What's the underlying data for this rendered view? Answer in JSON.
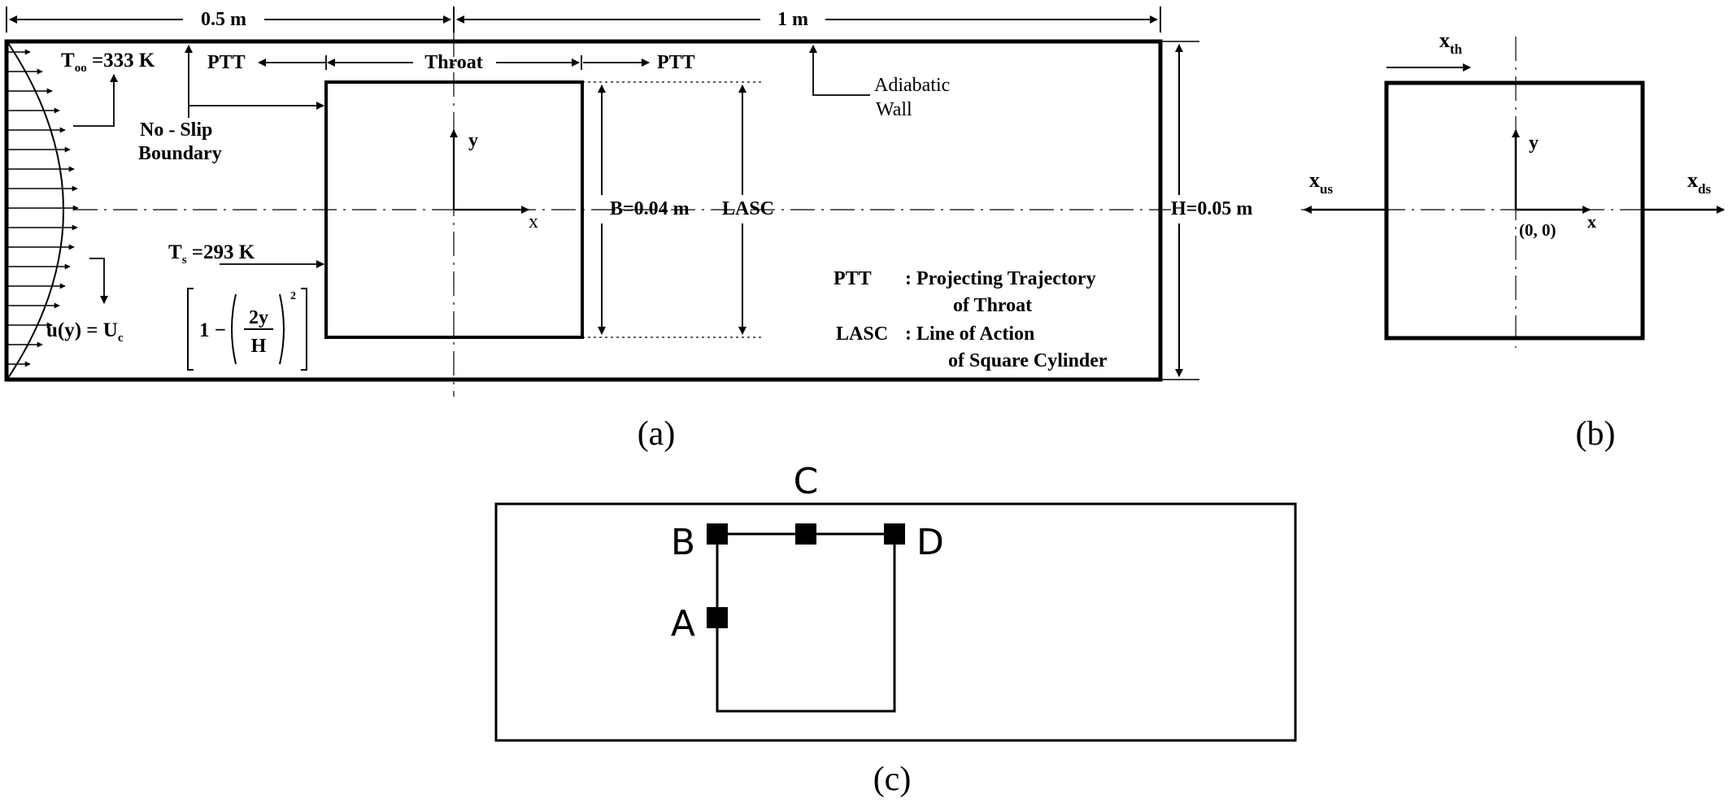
{
  "panel_a": {
    "dim_left": "0.5 m",
    "dim_right": "1 m",
    "t_inf_sym": "T",
    "t_inf_sub": "oo",
    "t_inf_val": " =333 K",
    "ptt_left": "PTT",
    "throat": "Throat",
    "ptt_right": "PTT",
    "adiabatic_1": "Adiabatic",
    "adiabatic_2": "Wall",
    "noslip_1": "No - Slip",
    "noslip_2": "Boundary",
    "axis_y": "y",
    "axis_x": "x",
    "b_label": "B=0.04 m",
    "lasc": "LASC",
    "h_label": "H=0.05 m",
    "ts_sym": "T",
    "ts_sub": "s",
    "ts_val": " =293 K",
    "formula_lhs": "u(y) = U",
    "formula_sub": "c",
    "formula_one": "1 −",
    "formula_num": "2y",
    "formula_den": "H",
    "formula_exp": "2",
    "legend_ptt_key": "PTT",
    "legend_ptt_1": ": Projecting Trajectory",
    "legend_ptt_2": "of Throat",
    "legend_lasc_key": "LASC",
    "legend_lasc_1": ": Line of Action",
    "legend_lasc_2": "of Square Cylinder",
    "caption": "(a)"
  },
  "panel_b": {
    "x_th": "x",
    "x_th_sub": "th",
    "x_us": "x",
    "x_us_sub": "us",
    "x_ds": "x",
    "x_ds_sub": "ds",
    "axis_y": "y",
    "axis_x": "x",
    "origin": "(0, 0)",
    "caption": "(b)"
  },
  "panel_c": {
    "point_a": "A",
    "point_b": "B",
    "point_c": "C",
    "point_d": "D",
    "caption": "(c)"
  }
}
